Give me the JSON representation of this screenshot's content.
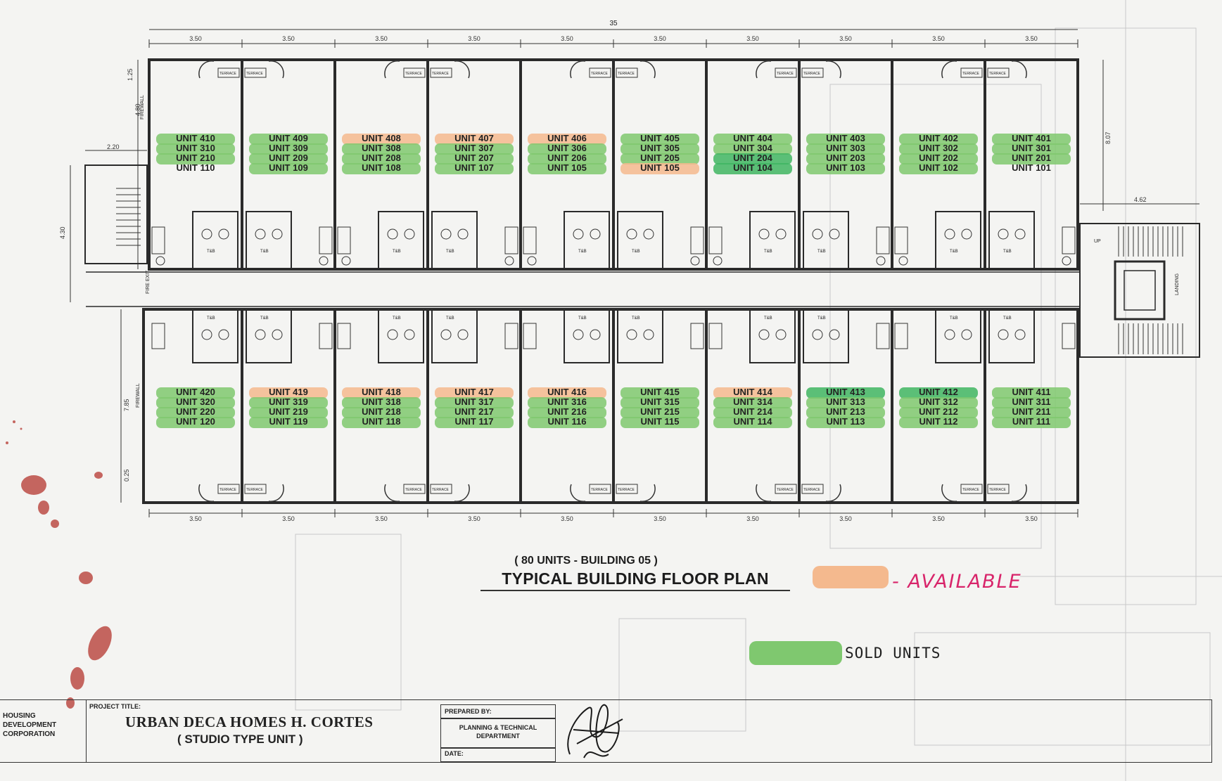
{
  "drawing": {
    "colors": {
      "available": "#f4b98e",
      "sold": "#7fc86f",
      "sold_dark": "#3fb562",
      "ink": "#2a2a2a",
      "legend_text_available": "#d8246a",
      "blood": "#b5362f"
    },
    "dimensions": {
      "overall_width": "35",
      "top_bay": [
        "3.50",
        "3.50",
        "3.50",
        "3.50",
        "3.50",
        "3.50",
        "3.50",
        "3.50",
        "3.50",
        "3.50"
      ],
      "bottom_bay": [
        "3.50",
        "3.50",
        "3.50",
        "3.50",
        "3.50",
        "3.50",
        "3.50",
        "3.50",
        "3.50",
        "3.50"
      ],
      "left_stair_width": "2.20",
      "right_stair_width": "4.62",
      "left_side": [
        "1.25",
        "4.80",
        "7.85",
        "0.25"
      ],
      "right_side": "8.07",
      "left_corridor": "4.30"
    },
    "labels": {
      "terrace": "TERRACE",
      "tb": "T&B",
      "firewall": "FIREWALL",
      "fire_exit": "FIRE EXIT",
      "landing": "LANDING",
      "up": "UP"
    },
    "top_units": [
      {
        "lines": [
          "UNIT 410",
          "UNIT 310",
          "UNIT 210",
          "UNIT 110"
        ],
        "marks": [
          {
            "line": 0,
            "c": "sold"
          },
          {
            "line": 1,
            "c": "sold"
          },
          {
            "line": 2,
            "c": "sold"
          }
        ]
      },
      {
        "lines": [
          "UNIT 409",
          "UNIT 309",
          "UNIT 209",
          "UNIT 109"
        ],
        "marks": [
          {
            "line": 0,
            "c": "sold"
          },
          {
            "line": 1,
            "c": "sold"
          },
          {
            "line": 2,
            "c": "sold"
          },
          {
            "line": 3,
            "c": "sold"
          }
        ]
      },
      {
        "lines": [
          "UNIT 408",
          "UNIT 308",
          "UNIT 208",
          "UNIT 108"
        ],
        "marks": [
          {
            "line": 0,
            "c": "available"
          },
          {
            "line": 1,
            "c": "sold"
          },
          {
            "line": 2,
            "c": "sold"
          },
          {
            "line": 3,
            "c": "sold"
          }
        ]
      },
      {
        "lines": [
          "UNIT 407",
          "UNIT 307",
          "UNIT 207",
          "UNIT 107"
        ],
        "marks": [
          {
            "line": 0,
            "c": "available"
          },
          {
            "line": 1,
            "c": "sold"
          },
          {
            "line": 2,
            "c": "sold"
          },
          {
            "line": 3,
            "c": "sold"
          }
        ]
      },
      {
        "lines": [
          "UNIT 406",
          "UNIT 306",
          "UNIT 206",
          "UNIT 105"
        ],
        "marks": [
          {
            "line": 0,
            "c": "available"
          },
          {
            "line": 1,
            "c": "sold"
          },
          {
            "line": 2,
            "c": "sold"
          },
          {
            "line": 3,
            "c": "sold"
          }
        ]
      },
      {
        "lines": [
          "UNIT 405",
          "UNIT 305",
          "UNIT 205",
          "UNIT 105"
        ],
        "marks": [
          {
            "line": 0,
            "c": "sold"
          },
          {
            "line": 1,
            "c": "sold"
          },
          {
            "line": 2,
            "c": "sold"
          },
          {
            "line": 3,
            "c": "available"
          }
        ]
      },
      {
        "lines": [
          "UNIT 404",
          "UNIT 304",
          "UNIT 204",
          "UNIT 104"
        ],
        "marks": [
          {
            "line": 0,
            "c": "sold"
          },
          {
            "line": 1,
            "c": "sold"
          },
          {
            "line": 2,
            "c": "sold_dark"
          },
          {
            "line": 3,
            "c": "sold_dark"
          }
        ]
      },
      {
        "lines": [
          "UNIT 403",
          "UNIT 303",
          "UNIT 203",
          "UNIT 103"
        ],
        "marks": [
          {
            "line": 0,
            "c": "sold"
          },
          {
            "line": 1,
            "c": "sold"
          },
          {
            "line": 2,
            "c": "sold"
          },
          {
            "line": 3,
            "c": "sold"
          }
        ]
      },
      {
        "lines": [
          "UNIT 402",
          "UNIT 302",
          "UNIT 202",
          "UNIT 102"
        ],
        "marks": [
          {
            "line": 0,
            "c": "sold"
          },
          {
            "line": 1,
            "c": "sold"
          },
          {
            "line": 2,
            "c": "sold"
          },
          {
            "line": 3,
            "c": "sold"
          }
        ]
      },
      {
        "lines": [
          "UNIT 401",
          "UNIT 301",
          "UNIT 201",
          "UNIT 101"
        ],
        "marks": [
          {
            "line": 0,
            "c": "sold"
          },
          {
            "line": 1,
            "c": "sold"
          },
          {
            "line": 2,
            "c": "sold"
          }
        ]
      }
    ],
    "bottom_units": [
      {
        "lines": [
          "UNIT 420",
          "UNIT 320",
          "UNIT 220",
          "UNIT 120"
        ],
        "marks": [
          {
            "line": 0,
            "c": "sold"
          },
          {
            "line": 1,
            "c": "sold"
          },
          {
            "line": 2,
            "c": "sold"
          },
          {
            "line": 3,
            "c": "sold"
          }
        ]
      },
      {
        "lines": [
          "UNIT 419",
          "UNIT 319",
          "UNIT 219",
          "UNIT 119"
        ],
        "marks": [
          {
            "line": 0,
            "c": "available"
          },
          {
            "line": 1,
            "c": "sold"
          },
          {
            "line": 2,
            "c": "sold"
          },
          {
            "line": 3,
            "c": "sold"
          }
        ]
      },
      {
        "lines": [
          "UNIT 418",
          "UNIT 318",
          "UNIT 218",
          "UNIT 118"
        ],
        "marks": [
          {
            "line": 0,
            "c": "available"
          },
          {
            "line": 1,
            "c": "sold"
          },
          {
            "line": 2,
            "c": "sold"
          },
          {
            "line": 3,
            "c": "sold"
          }
        ]
      },
      {
        "lines": [
          "UNIT 417",
          "UNIT 317",
          "UNIT 217",
          "UNIT 117"
        ],
        "marks": [
          {
            "line": 0,
            "c": "available"
          },
          {
            "line": 1,
            "c": "sold"
          },
          {
            "line": 2,
            "c": "sold"
          },
          {
            "line": 3,
            "c": "sold"
          }
        ]
      },
      {
        "lines": [
          "UNIT 416",
          "UNIT 316",
          "UNIT 216",
          "UNIT 116"
        ],
        "marks": [
          {
            "line": 0,
            "c": "available"
          },
          {
            "line": 1,
            "c": "sold"
          },
          {
            "line": 2,
            "c": "sold"
          },
          {
            "line": 3,
            "c": "sold"
          }
        ]
      },
      {
        "lines": [
          "UNIT 415",
          "UNIT 315",
          "UNIT 215",
          "UNIT 115"
        ],
        "marks": [
          {
            "line": 0,
            "c": "sold"
          },
          {
            "line": 1,
            "c": "sold"
          },
          {
            "line": 2,
            "c": "sold"
          },
          {
            "line": 3,
            "c": "sold"
          }
        ]
      },
      {
        "lines": [
          "UNIT 414",
          "UNIT 314",
          "UNIT 214",
          "UNIT 114"
        ],
        "marks": [
          {
            "line": 0,
            "c": "available"
          },
          {
            "line": 1,
            "c": "sold"
          },
          {
            "line": 2,
            "c": "sold"
          },
          {
            "line": 3,
            "c": "sold"
          }
        ]
      },
      {
        "lines": [
          "UNIT 413",
          "UNIT 313",
          "UNIT 213",
          "UNIT 113"
        ],
        "marks": [
          {
            "line": 0,
            "c": "sold_dark"
          },
          {
            "line": 1,
            "c": "sold"
          },
          {
            "line": 2,
            "c": "sold"
          },
          {
            "line": 3,
            "c": "sold"
          }
        ]
      },
      {
        "lines": [
          "UNIT 412",
          "UNIT 312",
          "UNIT 212",
          "UNIT 112"
        ],
        "marks": [
          {
            "line": 0,
            "c": "sold_dark"
          },
          {
            "line": 1,
            "c": "sold"
          },
          {
            "line": 2,
            "c": "sold"
          },
          {
            "line": 3,
            "c": "sold"
          }
        ]
      },
      {
        "lines": [
          "UNIT 411",
          "UNIT 311",
          "UNIT 211",
          "UNIT 111"
        ],
        "marks": [
          {
            "line": 0,
            "c": "sold"
          },
          {
            "line": 1,
            "c": "sold"
          },
          {
            "line": 2,
            "c": "sold"
          },
          {
            "line": 3,
            "c": "sold"
          }
        ]
      }
    ]
  },
  "heading": {
    "subtitle": "( 80 UNITS - BUILDING 05 )",
    "title": "TYPICAL BUILDING FLOOR PLAN"
  },
  "legend": {
    "available_label": "- AVAILABLE",
    "sold_label": "SOLD UNITS"
  },
  "title_block": {
    "company_lines": [
      "HOUSING",
      "DEVELOPMENT",
      "CORPORATION"
    ],
    "project_title_label": "PROJECT TITLE:",
    "project_name": "URBAN DECA HOMES  H. CORTES",
    "project_subname": "( STUDIO TYPE UNIT )",
    "prepared_by_label": "PREPARED BY:",
    "department_lines": [
      "PLANNING & TECHNICAL",
      "DEPARTMENT"
    ],
    "date_label": "DATE:"
  }
}
